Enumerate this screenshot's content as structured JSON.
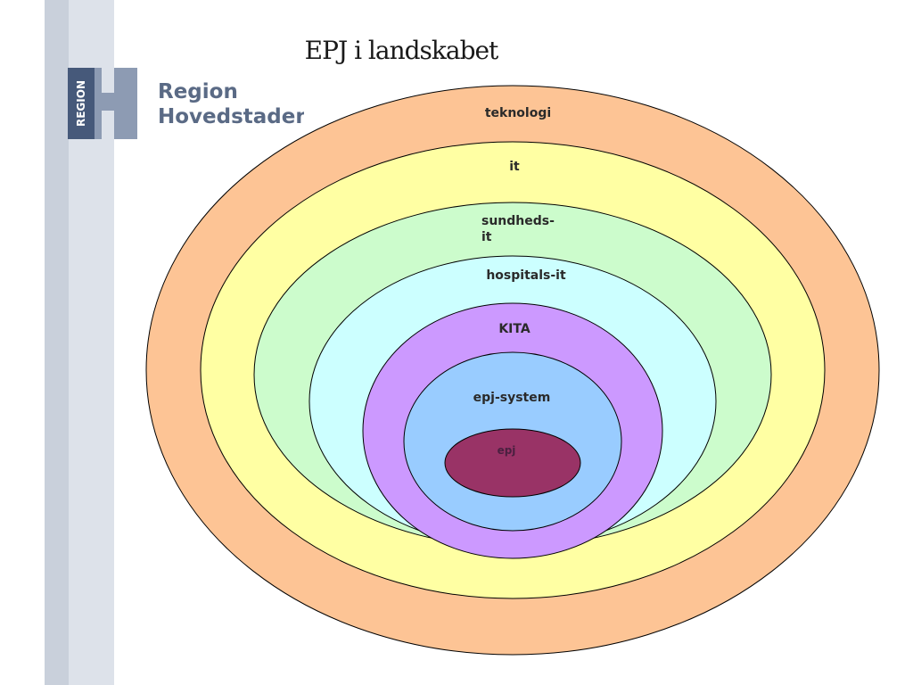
{
  "slide": {
    "title": "EPJ i landskabet"
  },
  "logo": {
    "vertical_text": "REGION",
    "line1": "Region",
    "line2": "Hovedstaden",
    "colors": {
      "mark": "#8d9bb3",
      "mark_box": "#46597a",
      "wordmark": "#5a6a85"
    }
  },
  "diagram": {
    "rings": [
      {
        "label": "teknologi",
        "color": "#fdc495"
      },
      {
        "label": "it",
        "color": "#ffffa3"
      },
      {
        "label_lines": [
          "sundheds-",
          "it"
        ],
        "color": "#ccfccc"
      },
      {
        "label": "hospitals-it",
        "color": "#ccffff"
      },
      {
        "label": "KITA",
        "color": "#cc99ff"
      },
      {
        "label": "epj-system",
        "color": "#99ccff"
      },
      {
        "label": "epj",
        "color": "#993366"
      }
    ]
  }
}
